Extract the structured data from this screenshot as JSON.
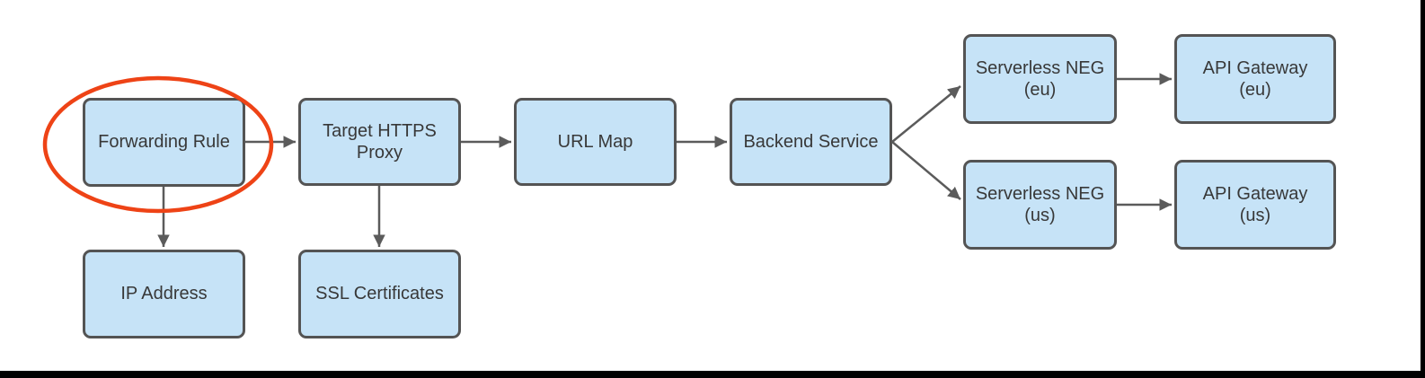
{
  "colors": {
    "canvas_bg": "#ffffff",
    "node_fill": "#c6e3f7",
    "node_border": "#545454",
    "node_text": "#383838",
    "arrow": "#5b5b5b",
    "highlight_ellipse": "#ee4316",
    "frame_bar": "#000000"
  },
  "diagram": {
    "nodes": [
      {
        "id": "forwarding-rule",
        "label": "Forwarding Rule"
      },
      {
        "id": "target-https-proxy",
        "label": "Target HTTPS\nProxy"
      },
      {
        "id": "url-map",
        "label": "URL Map"
      },
      {
        "id": "backend-service",
        "label": "Backend Service"
      },
      {
        "id": "serverless-neg-eu",
        "label": "Serverless NEG\n(eu)"
      },
      {
        "id": "api-gateway-eu",
        "label": "API Gateway\n(eu)"
      },
      {
        "id": "serverless-neg-us",
        "label": "Serverless NEG\n(us)"
      },
      {
        "id": "api-gateway-us",
        "label": "API Gateway\n(us)"
      },
      {
        "id": "ip-address",
        "label": "IP Address"
      },
      {
        "id": "ssl-certificates",
        "label": "SSL Certificates"
      }
    ],
    "edges": [
      {
        "from": "forwarding-rule",
        "to": "target-https-proxy"
      },
      {
        "from": "target-https-proxy",
        "to": "url-map"
      },
      {
        "from": "url-map",
        "to": "backend-service"
      },
      {
        "from": "backend-service",
        "to": "serverless-neg-eu"
      },
      {
        "from": "backend-service",
        "to": "serverless-neg-us"
      },
      {
        "from": "serverless-neg-eu",
        "to": "api-gateway-eu"
      },
      {
        "from": "serverless-neg-us",
        "to": "api-gateway-us"
      },
      {
        "from": "forwarding-rule",
        "to": "ip-address"
      },
      {
        "from": "target-https-proxy",
        "to": "ssl-certificates"
      }
    ],
    "highlight": {
      "type": "ellipse",
      "around": "forwarding-rule",
      "color": "#ee4316"
    }
  }
}
